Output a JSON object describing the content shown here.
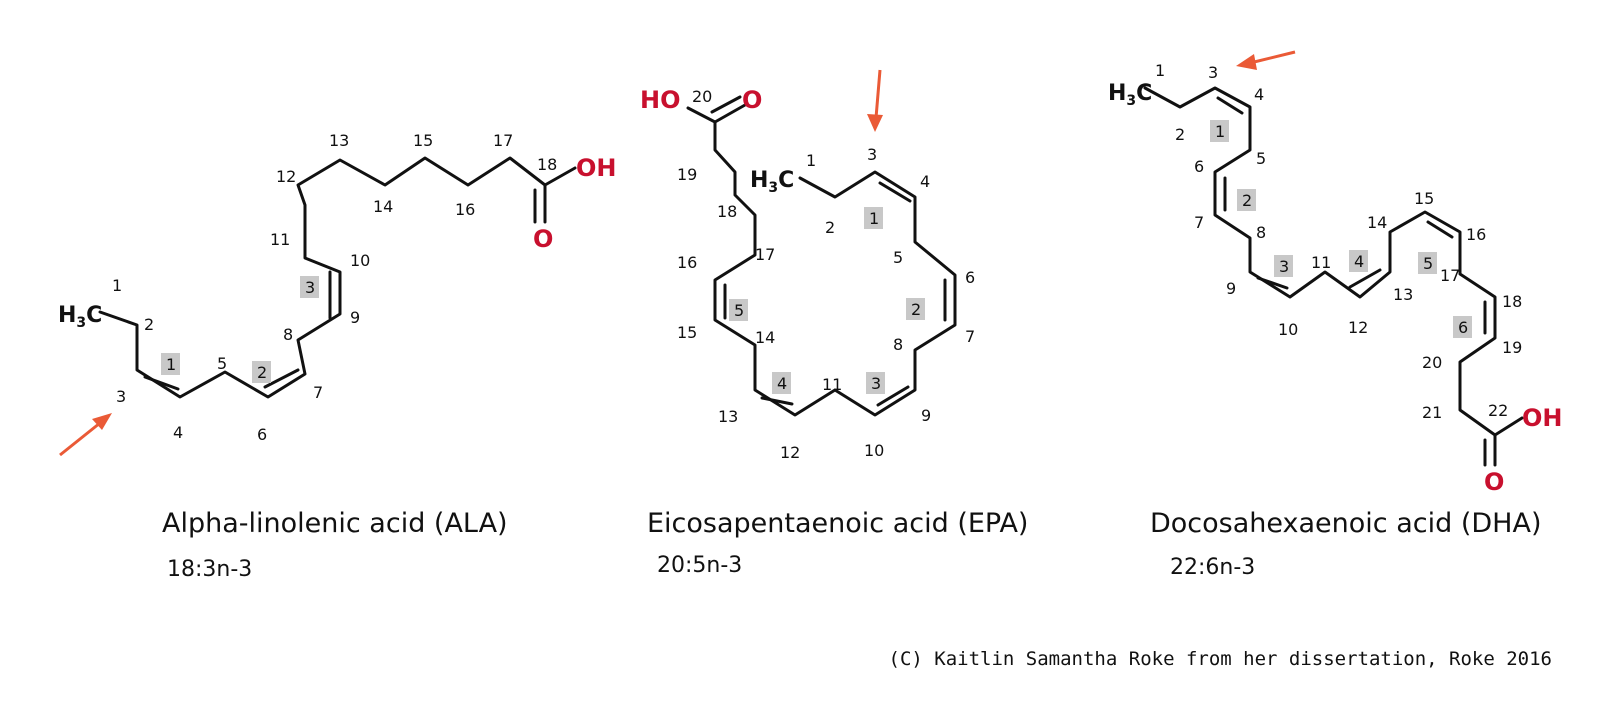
{
  "molecules": [
    {
      "name": "Alpha-linolenic acid (ALA)",
      "formula": "18:3n-3",
      "methyl": "H3C",
      "acid_oh": "OH",
      "acid_o": "O",
      "carbons": [
        "1",
        "2",
        "3",
        "4",
        "5",
        "6",
        "7",
        "8",
        "9",
        "10",
        "11",
        "12",
        "13",
        "14",
        "15",
        "16",
        "17",
        "18"
      ],
      "double_bonds": [
        "1",
        "2",
        "3"
      ]
    },
    {
      "name": "Eicosapentaenoic acid (EPA)",
      "formula": "20:5n-3",
      "methyl": "H3C",
      "acid_oh": "HO",
      "acid_o": "O",
      "carbons": [
        "1",
        "2",
        "3",
        "4",
        "5",
        "6",
        "7",
        "8",
        "9",
        "10",
        "11",
        "12",
        "13",
        "14",
        "15",
        "16",
        "17",
        "18",
        "19",
        "20"
      ],
      "double_bonds": [
        "1",
        "2",
        "3",
        "4",
        "5"
      ]
    },
    {
      "name": "Docosahexaenoic acid (DHA)",
      "formula": "22:6n-3",
      "methyl": "H3C",
      "acid_oh": "OH",
      "acid_o": "O",
      "carbons": [
        "1",
        "2",
        "3",
        "4",
        "5",
        "6",
        "7",
        "8",
        "9",
        "10",
        "11",
        "12",
        "13",
        "14",
        "15",
        "16",
        "17",
        "18",
        "19",
        "20",
        "21",
        "22"
      ],
      "double_bonds": [
        "1",
        "2",
        "3",
        "4",
        "5",
        "6"
      ]
    }
  ],
  "credit": "(C) Kaitlin Samantha Roke from her dissertation, Roke 2016",
  "colors": {
    "oxygen": "#c8102e",
    "arrow": "#ea5a36",
    "box": "#c8c8c8",
    "bond": "#111111"
  },
  "annotations": {
    "arrow_marks": "n-3 position (carbon 3)"
  }
}
